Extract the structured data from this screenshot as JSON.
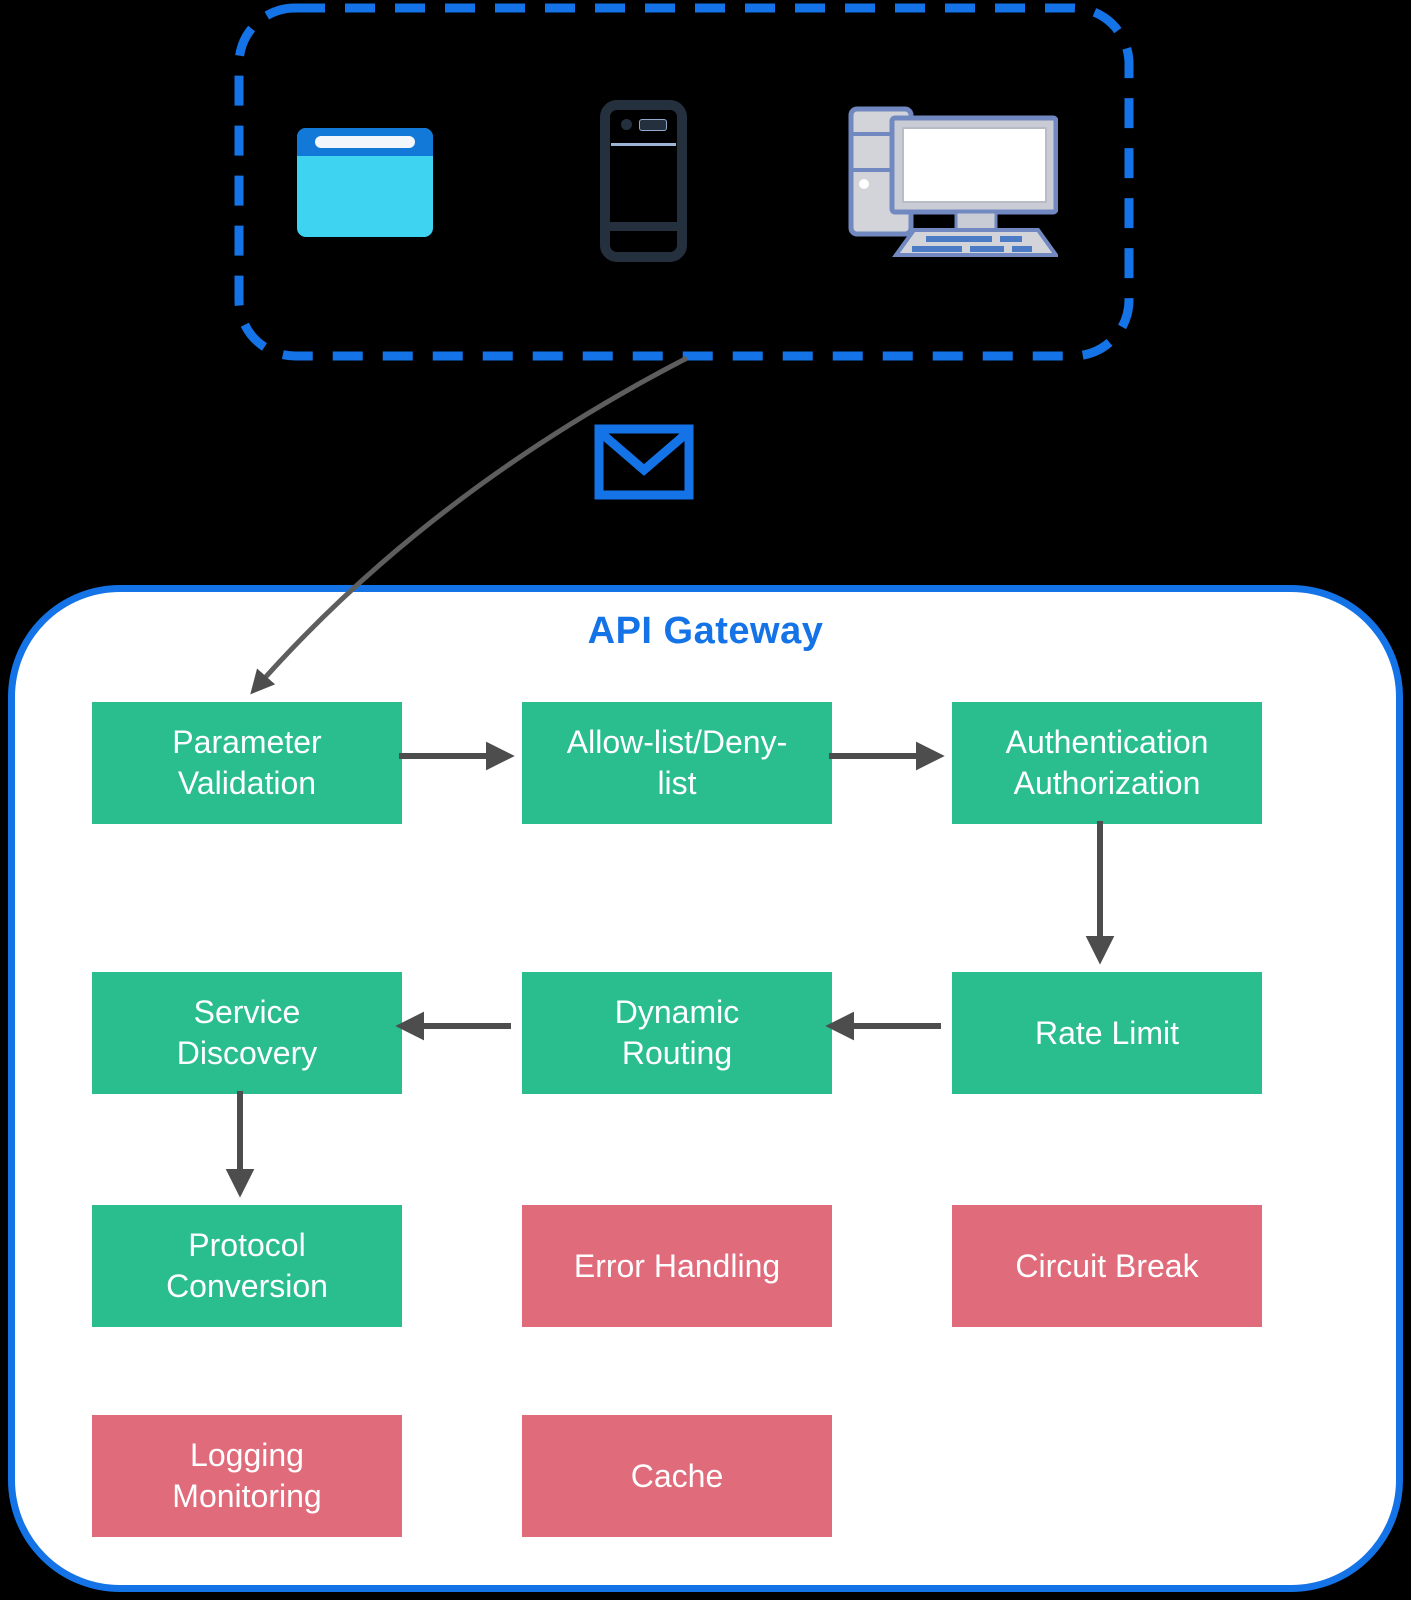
{
  "diagram": {
    "clients": {
      "description": "client devices group",
      "icons": [
        {
          "name": "browser-window"
        },
        {
          "name": "smartphone"
        },
        {
          "name": "desktop-computer"
        }
      ]
    },
    "message_icon": "envelope",
    "gateway": {
      "title": "API Gateway",
      "nodes": [
        {
          "label": "Parameter\nValidation",
          "status": "green"
        },
        {
          "label": "Allow-list/Deny-\nlist",
          "status": "green"
        },
        {
          "label": "Authentication\nAuthorization",
          "status": "green"
        },
        {
          "label": "Service\nDiscovery",
          "status": "green"
        },
        {
          "label": "Dynamic\nRouting",
          "status": "green"
        },
        {
          "label": "Rate Limit",
          "status": "green"
        },
        {
          "label": "Protocol\nConversion",
          "status": "green"
        },
        {
          "label": "Error Handling",
          "status": "red"
        },
        {
          "label": "Circuit Break",
          "status": "red"
        },
        {
          "label": "Logging\nMonitoring",
          "status": "red"
        },
        {
          "label": "Cache",
          "status": "red"
        }
      ],
      "edges": [
        "clients -> Parameter Validation",
        "Parameter Validation -> Allow-list/Deny-list",
        "Allow-list/Deny-list -> Authentication Authorization",
        "Authentication Authorization -> Rate Limit",
        "Rate Limit -> Dynamic Routing",
        "Dynamic Routing -> Service Discovery",
        "Service Discovery -> Protocol Conversion"
      ]
    },
    "colors": {
      "background": "#000000",
      "accent_blue": "#1473E6",
      "node_green": "#2ABE8E",
      "node_red": "#E06B7B",
      "arrow_gray": "#4D4D4D",
      "panel_background": "#FFFFFF",
      "icon_navy": "#25303E",
      "icon_gray": "#D3D4DA",
      "icon_blue_outline": "#7189C0",
      "browser_header_blue": "#1379D8",
      "browser_body_cyan": "#3ED3F0"
    }
  }
}
